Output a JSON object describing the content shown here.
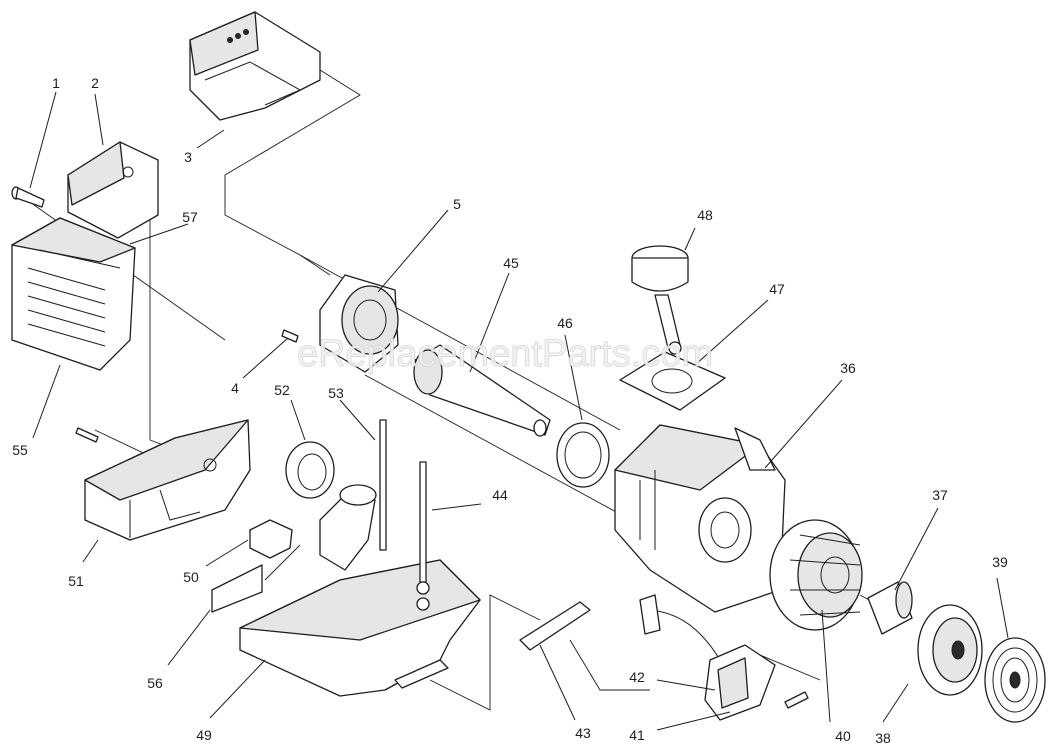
{
  "watermark": "eReplacementParts.com",
  "callouts": {
    "c1": "1",
    "c2": "2",
    "c3": "3",
    "c4": "4",
    "c5": "5",
    "c36": "36",
    "c37": "37",
    "c38": "38",
    "c39": "39",
    "c40": "40",
    "c41": "41",
    "c42": "42",
    "c43": "43",
    "c44": "44",
    "c45": "45",
    "c46": "46",
    "c47": "47",
    "c48": "48",
    "c49": "49",
    "c50": "50",
    "c51": "51",
    "c52": "52",
    "c53": "53",
    "c55": "55",
    "c56": "56",
    "c57": "57"
  }
}
